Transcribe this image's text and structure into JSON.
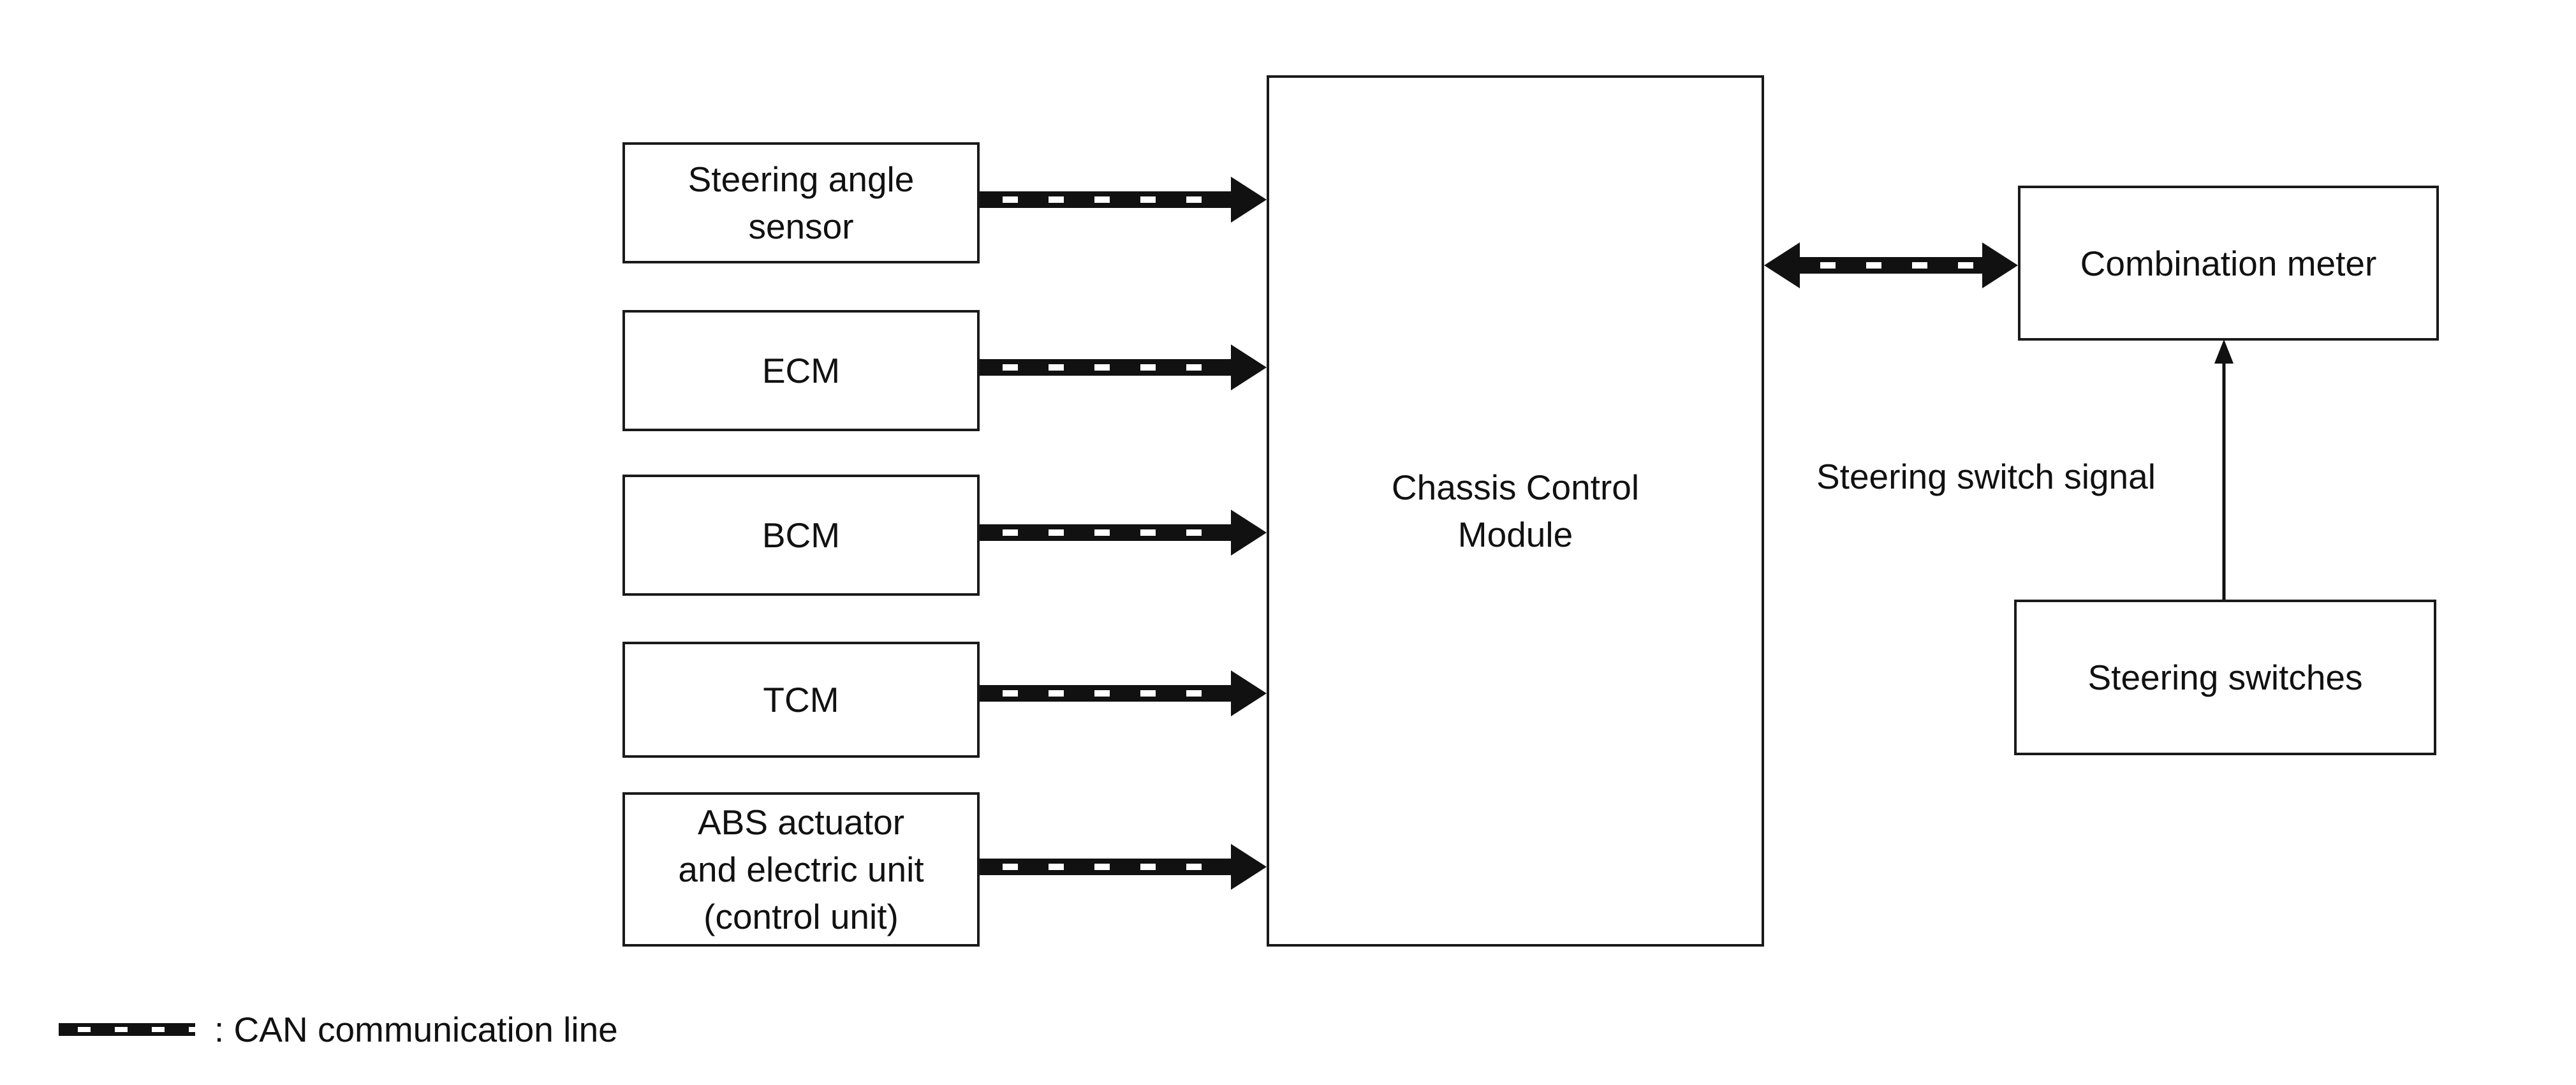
{
  "diagram": {
    "inputs": [
      {
        "lines": [
          "Steering angle",
          "sensor"
        ]
      },
      {
        "lines": [
          "ECM"
        ]
      },
      {
        "lines": [
          "BCM"
        ]
      },
      {
        "lines": [
          "TCM"
        ]
      },
      {
        "lines": [
          "ABS actuator",
          "and electric unit",
          "(control unit)"
        ]
      }
    ],
    "central": {
      "lines": [
        "Chassis Control",
        "Module"
      ]
    },
    "combination_meter": {
      "label": "Combination meter"
    },
    "steering_switches": {
      "label": "Steering switches"
    },
    "signal_label": "Steering switch signal",
    "legend": {
      "label": ": CAN communication line"
    }
  }
}
